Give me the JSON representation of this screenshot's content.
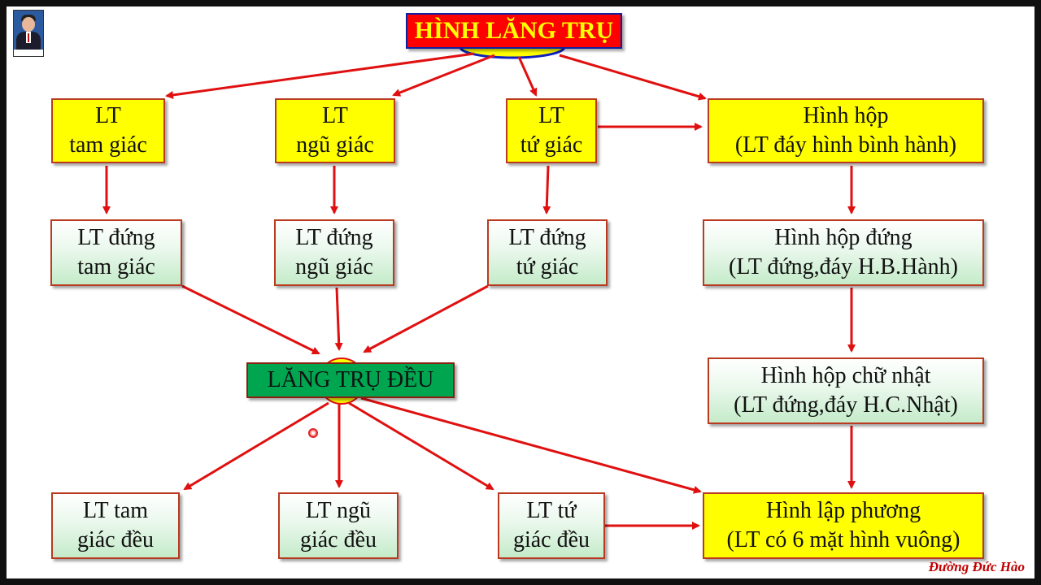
{
  "diagram": {
    "title": "HÌNH LĂNG TRỤ",
    "regular": "LĂNG TRỤ ĐỀU",
    "row1": [
      {
        "line1": "LT",
        "line2": "tam giác"
      },
      {
        "line1": "LT",
        "line2": "ngũ giác"
      },
      {
        "line1": "LT",
        "line2": "tứ giác"
      },
      {
        "line1": "Hình hộp",
        "line2": "(LT đáy hình bình hành)"
      }
    ],
    "row2": [
      {
        "line1": "LT đứng",
        "line2": "tam giác"
      },
      {
        "line1": "LT đứng",
        "line2": "ngũ giác"
      },
      {
        "line1": "LT đứng",
        "line2": "tứ giác"
      },
      {
        "line1": "Hình hộp đứng",
        "line2": "(LT đứng,đáy H.B.Hành)"
      }
    ],
    "rect_box": {
      "line1": "Hình hộp chữ nhật",
      "line2": "(LT đứng,đáy H.C.Nhật)"
    },
    "row4": [
      {
        "line1": "LT tam",
        "line2": "giác đều"
      },
      {
        "line1": "LT ngũ",
        "line2": "giác đều"
      },
      {
        "line1": "LT tứ",
        "line2": "giác đều"
      },
      {
        "line1": "Hình lập phương",
        "line2": "(LT có 6 mặt hình vuông)"
      }
    ]
  },
  "signature": "Đường Đức Hào",
  "colors": {
    "arrow": "#e01010",
    "title_bg": "#ff0000",
    "title_text": "#ffff00",
    "yellow_box": "#ffff00",
    "green_box": "#c4ebc9",
    "regular_box": "#00a550"
  }
}
